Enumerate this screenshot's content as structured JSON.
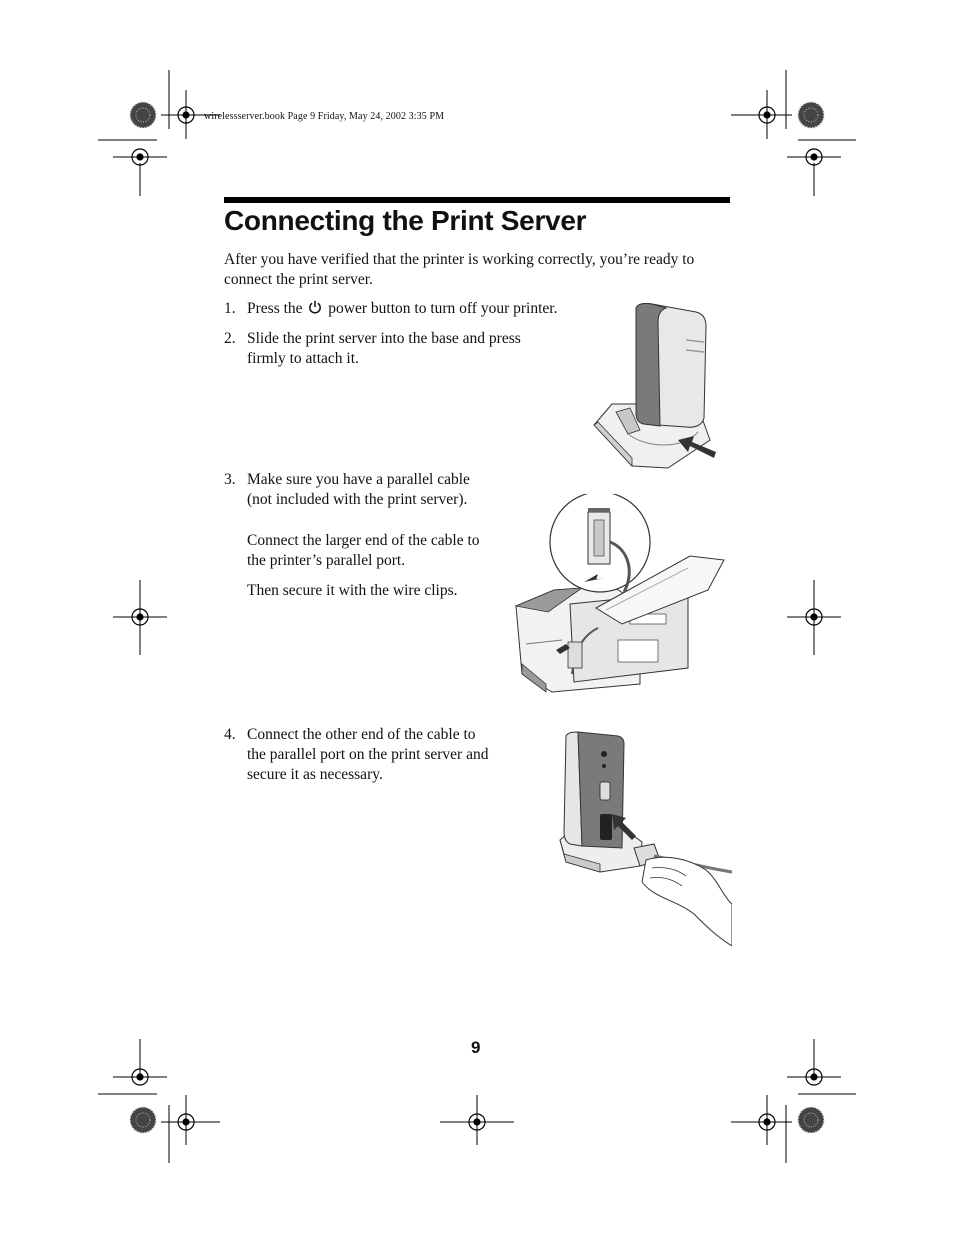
{
  "header": {
    "slug": "wirelessserver.book  Page 9  Friday, May 24, 2002  3:35 PM"
  },
  "page": {
    "title": "Connecting the Print Server",
    "intro": "After you have verified that the printer is working correctly, you’re ready to connect the print server.",
    "page_number": "9"
  },
  "steps": [
    {
      "number": "1.",
      "text_before_icon": "Press the",
      "icon": "power-icon",
      "text_after_icon": "power button to turn off your printer."
    },
    {
      "number": "2.",
      "lines": [
        "Slide the print server into the base and press",
        "firmly to attach it."
      ]
    },
    {
      "number": "3.",
      "lines": [
        "Make sure you have a parallel cable",
        "(not included with the print server)."
      ],
      "para2_lines": [
        "Connect the larger end of the cable to",
        "the printer’s parallel port."
      ],
      "para3": "Then secure it with the wire clips."
    },
    {
      "number": "4.",
      "lines": [
        "Connect the other end of the cable to",
        "the parallel port on the print server and",
        "secure it as necessary."
      ]
    }
  ],
  "illustrations": [
    {
      "name": "print-server-in-base-illustration"
    },
    {
      "name": "printer-parallel-port-illustration"
    },
    {
      "name": "print-server-cable-connection-illustration"
    }
  ],
  "colors": {
    "text": "#111111",
    "rule": "#000000",
    "server_dark": "#7a7a7a",
    "server_light": "#e6e6e6"
  }
}
